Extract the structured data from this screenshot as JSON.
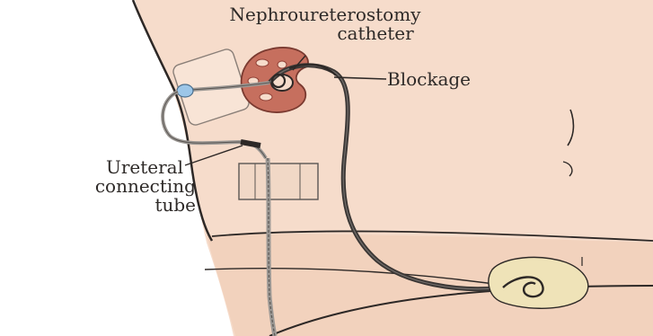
{
  "labels": {
    "nephro_line1": "Nephroureterostomy",
    "nephro_line2": "catheter",
    "blockage": "Blockage",
    "ureteral_line1": "Ureteral",
    "ureteral_line2": "connecting",
    "ureteral_line3": "tube"
  },
  "colors": {
    "skin": "#f6dccb",
    "skin_shadow": "#efcbb4",
    "outline": "#2d2826",
    "kidney": "#c66f5e",
    "kidney_dark": "#8f3f35",
    "catheter": "#3a3634",
    "tube_light": "#9d9995",
    "dressing": "#f1d8c6",
    "bladder": "#efe3b8",
    "connector": "#9cc6e8"
  }
}
